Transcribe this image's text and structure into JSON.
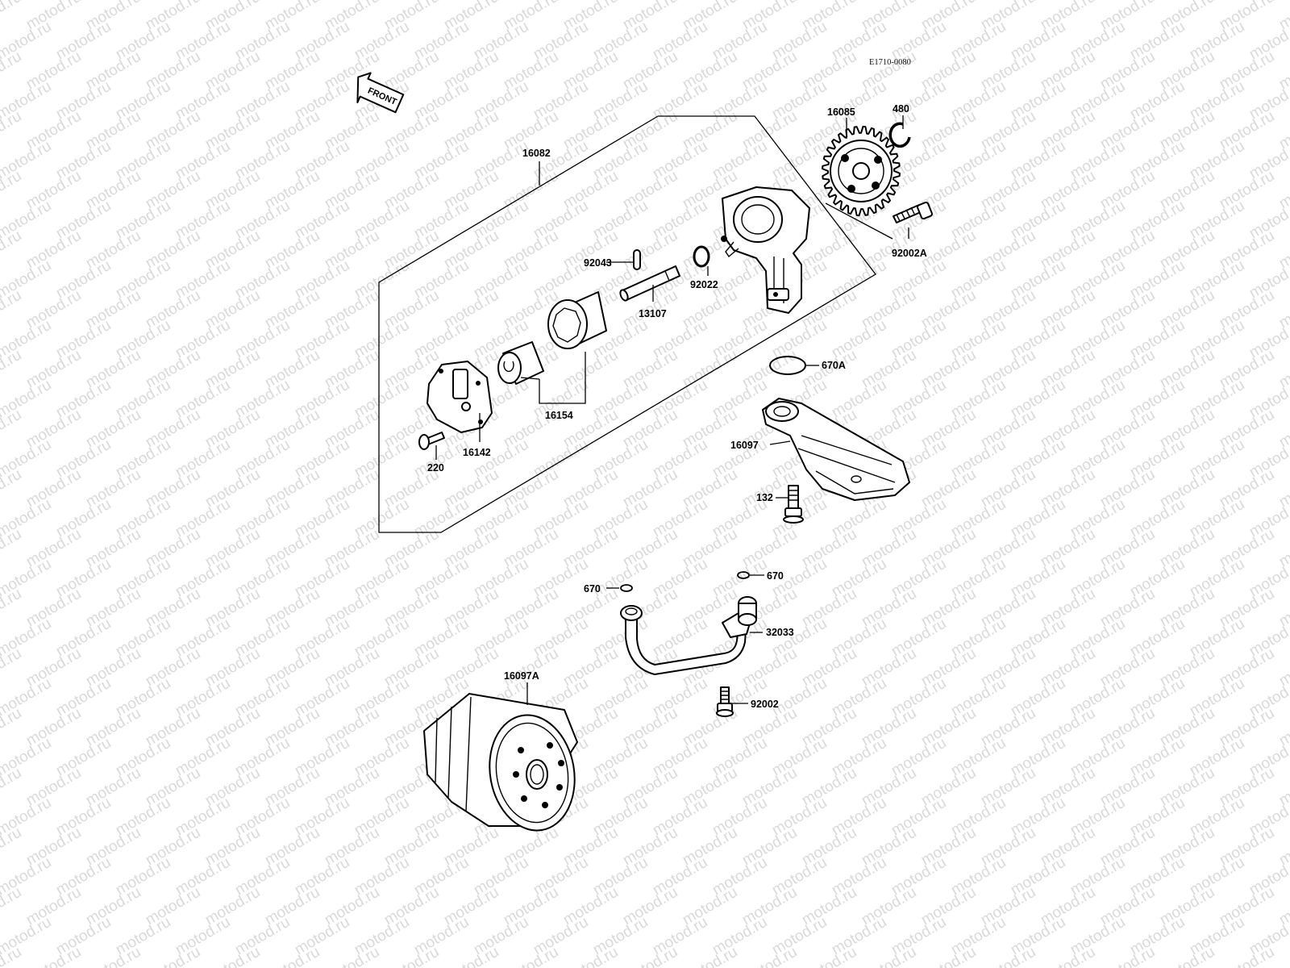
{
  "diagram_code": "E1710-0080",
  "front_indicator": "FRONT",
  "watermark_text": "motod.ru",
  "parts": {
    "oil_pump_assembly": "16082",
    "oil_pump_gear": "16085",
    "circlip": "480",
    "bolt_92002A": "92002A",
    "pin": "92043",
    "washer": "92022",
    "pump_shaft": "13107",
    "rotor_set": "16154",
    "pump_cover": "16142",
    "screw": "220",
    "o_ring_670A": "670A",
    "oil_screen": "16097",
    "bolt_132": "132",
    "o_ring_670_left": "670",
    "o_ring_670_right": "670",
    "oil_pipe": "32033",
    "bolt_92002": "92002",
    "oil_filter": "16097A"
  },
  "colors": {
    "line": "#000000",
    "background": "#ffffff",
    "watermark": "#d9d9d9"
  }
}
